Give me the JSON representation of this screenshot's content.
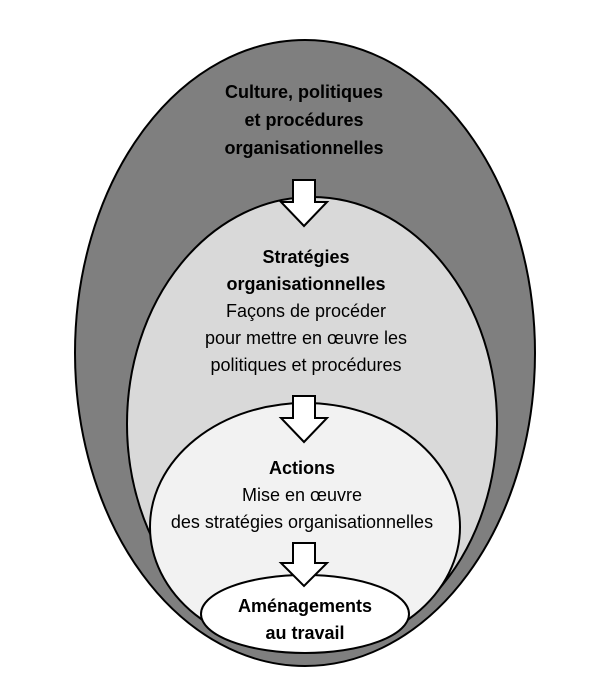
{
  "colors": {
    "outer_fill": "#7f7f7f",
    "strategies_fill": "#d9d9d9",
    "actions_fill": "#f2f2f2",
    "inner_fill": "#ffffff",
    "stroke": "#000000",
    "arrow_fill": "#ffffff"
  },
  "levels": {
    "culture": {
      "title_lines": [
        "Culture, politiques",
        "et procédures",
        "organisationnelles"
      ]
    },
    "strategies": {
      "title_lines": [
        "Stratégies",
        "organisationnelles"
      ],
      "desc_lines": [
        "Façons de procéder",
        "pour mettre en œuvre les",
        "politiques et procédures"
      ]
    },
    "actions": {
      "title": "Actions",
      "desc_lines": [
        "Mise en œuvre",
        "des stratégies organisationnelles"
      ]
    },
    "amenagements": {
      "title_lines": [
        "Aménagements",
        "au travail"
      ]
    }
  },
  "arrows": [
    "down-arrow-icon",
    "down-arrow-icon",
    "down-arrow-icon"
  ]
}
